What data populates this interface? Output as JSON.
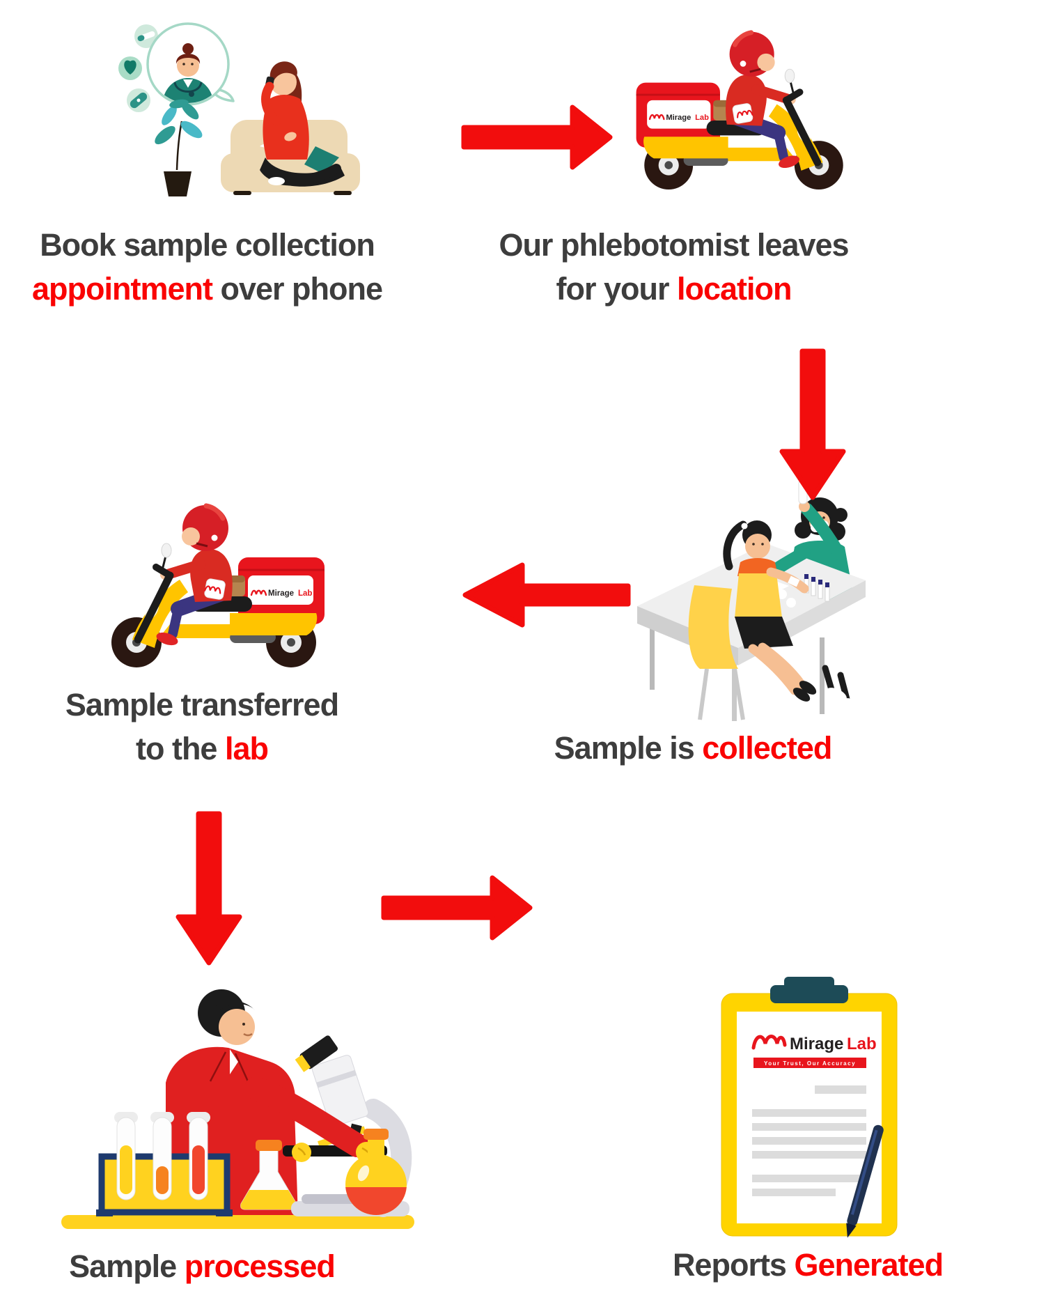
{
  "brand": {
    "name_primary": "Mirage",
    "name_accent": "Lab",
    "tagline": "Your Trust, Our Accuracy"
  },
  "colors": {
    "accent_red": "#f20d0d",
    "text_red": "#fa0303",
    "text_dark": "#3d3d3d",
    "box_red": "#e8151d",
    "scooter_yellow": "#ffc400",
    "lab_yellow": "#ffd21f",
    "teal": "#1d8273"
  },
  "steps": [
    {
      "id": "book-appointment",
      "illustration_icon": "woman-on-phone-with-nurse-thought-bubble-icon",
      "lines": [
        {
          "parts": [
            {
              "text": "Book sample collection",
              "color": "dark"
            }
          ]
        },
        {
          "parts": [
            {
              "text": "appointment",
              "color": "red"
            },
            {
              "text": " over phone",
              "color": "dark"
            }
          ]
        }
      ]
    },
    {
      "id": "phlebotomist-leaves",
      "illustration_icon": "delivery-scooter-rider-icon",
      "lines": [
        {
          "parts": [
            {
              "text": "Our phlebotomist leaves",
              "color": "dark"
            }
          ]
        },
        {
          "parts": [
            {
              "text": "for your ",
              "color": "dark"
            },
            {
              "text": "location",
              "color": "red"
            }
          ]
        }
      ]
    },
    {
      "id": "sample-collected",
      "illustration_icon": "blood-sample-collection-at-table-icon",
      "lines": [
        {
          "parts": [
            {
              "text": "Sample is ",
              "color": "dark"
            },
            {
              "text": "collected",
              "color": "red"
            }
          ]
        }
      ]
    },
    {
      "id": "sample-transferred",
      "illustration_icon": "delivery-scooter-rider-icon",
      "lines": [
        {
          "parts": [
            {
              "text": "Sample transferred",
              "color": "dark"
            }
          ]
        },
        {
          "parts": [
            {
              "text": "to the ",
              "color": "dark"
            },
            {
              "text": "lab",
              "color": "red"
            }
          ]
        }
      ]
    },
    {
      "id": "sample-processed",
      "illustration_icon": "scientist-with-microscope-icon",
      "lines": [
        {
          "parts": [
            {
              "text": "Sample ",
              "color": "dark"
            },
            {
              "text": "processed",
              "color": "red"
            }
          ]
        }
      ]
    },
    {
      "id": "reports-generated",
      "illustration_icon": "lab-report-clipboard-icon",
      "lines": [
        {
          "parts": [
            {
              "text": "Reports ",
              "color": "dark"
            },
            {
              "text": "Generated",
              "color": "red"
            }
          ]
        }
      ]
    }
  ],
  "flow_arrows": [
    {
      "from": "book-appointment",
      "to": "phlebotomist-leaves",
      "direction": "right"
    },
    {
      "from": "phlebotomist-leaves",
      "to": "sample-collected",
      "direction": "down"
    },
    {
      "from": "sample-collected",
      "to": "sample-transferred",
      "direction": "left"
    },
    {
      "from": "sample-transferred",
      "to": "sample-processed",
      "direction": "down"
    },
    {
      "from": "sample-processed",
      "to": "reports-generated",
      "direction": "right"
    }
  ]
}
